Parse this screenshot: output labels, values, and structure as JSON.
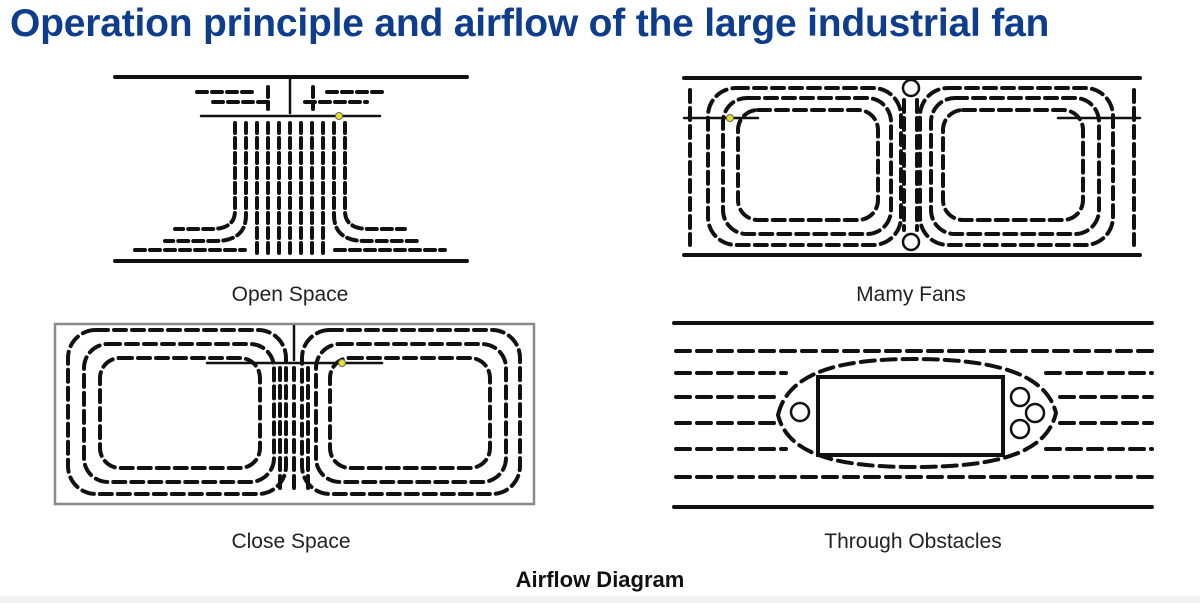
{
  "header": {
    "title": "Operation principle and airflow of the large industrial fan"
  },
  "diagrams": {
    "open_space": {
      "caption": "Open Space"
    },
    "many_fans": {
      "caption": "Mamy Fans"
    },
    "close_space": {
      "caption": "Close Space"
    },
    "through_obstacles": {
      "caption": "Through Obstacles"
    }
  },
  "footer": {
    "figure_title": "Airflow Diagram"
  },
  "colors": {
    "title": "#0d3d8c",
    "stroke": "#111111",
    "fan_dot": "#e8e020"
  }
}
